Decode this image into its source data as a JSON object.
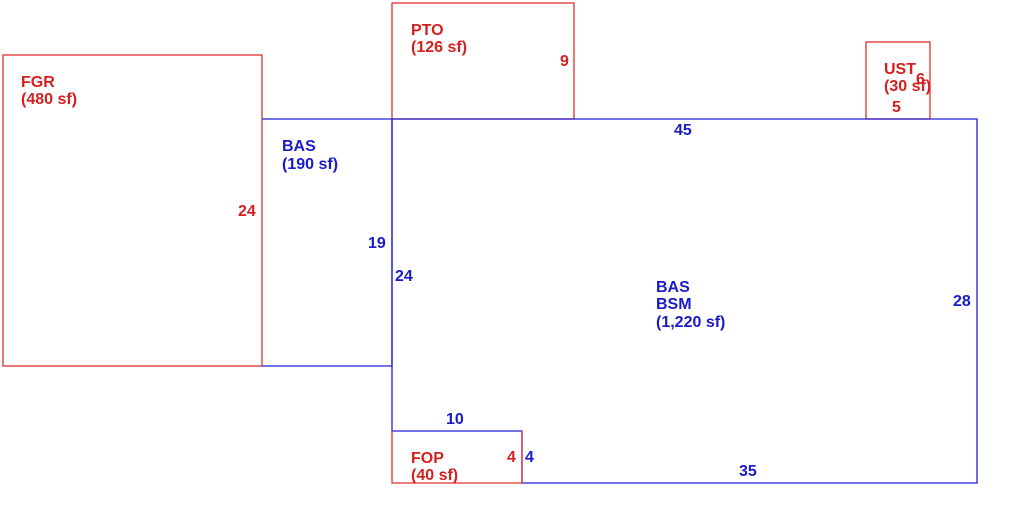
{
  "colors": {
    "living_area": "#1a1ac8",
    "other_area": "#d42020"
  },
  "areas": {
    "fgr": {
      "code": "FGR",
      "area": "(480 sf)",
      "dim_side": "24"
    },
    "pto": {
      "code": "PTO",
      "area": "(126 sf)",
      "dim_side": "9"
    },
    "ust": {
      "code": "UST",
      "area": "(30 sf)",
      "dim_side": "6",
      "dim_bottom": "5"
    },
    "bas_small": {
      "code": "BAS",
      "area": "(190 sf)",
      "dim_side": "19"
    },
    "bas_main": {
      "code": "BAS",
      "code2": "BSM",
      "area": "(1,220 sf)",
      "dim_top": "45",
      "dim_left": "24",
      "dim_right": "28",
      "dim_bottom": "35",
      "dim_notch_side": "4"
    },
    "fop": {
      "code": "FOP",
      "area": "(40 sf)",
      "dim_top": "10",
      "dim_side": "4"
    }
  }
}
